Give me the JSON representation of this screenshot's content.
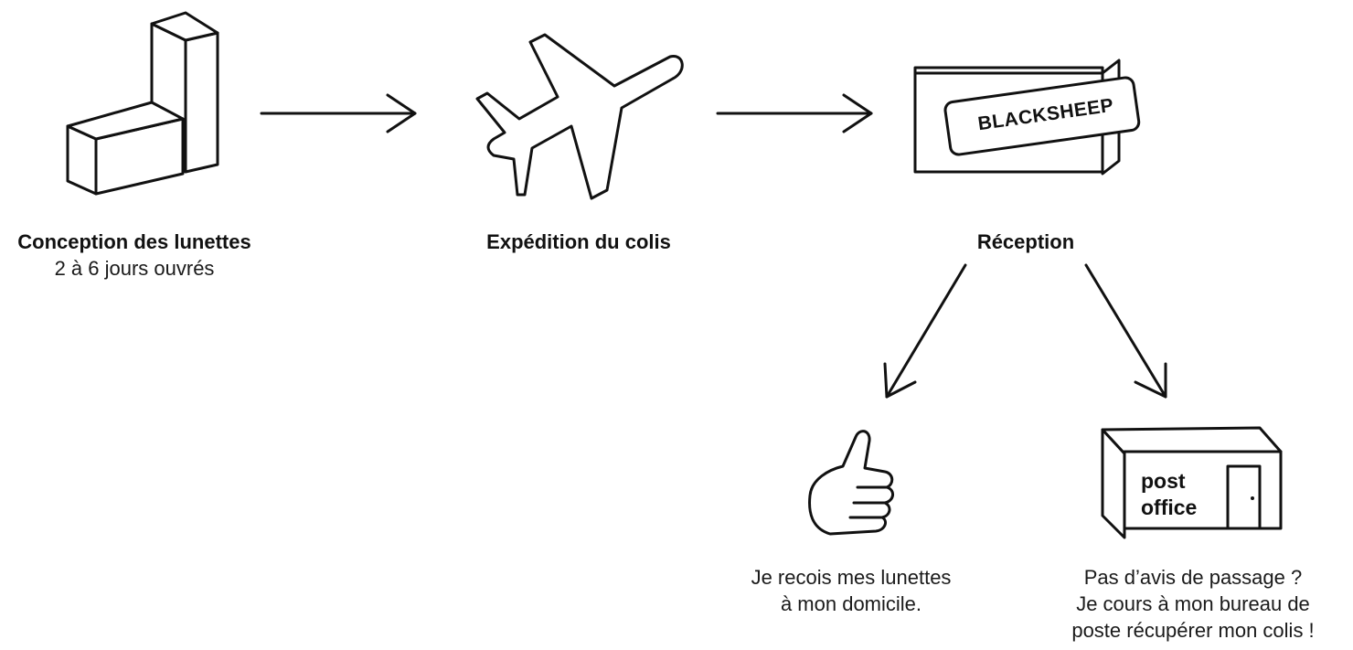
{
  "steps": {
    "conception": {
      "title": "Conception des lunettes",
      "subtitle": "2 à 6 jours ouvrés",
      "icon": "blocks-icon"
    },
    "shipping": {
      "title": "Expédition du colis",
      "icon": "airplane-icon"
    },
    "reception": {
      "title": "Réception",
      "icon": "package-icon",
      "package_brand": "BLACKSHEEP"
    }
  },
  "outcomes": {
    "home": {
      "line1": "Je recois mes lunettes",
      "line2": "à mon domicile.",
      "icon": "thumbs-up-icon"
    },
    "post_office": {
      "sign_line1": "post",
      "sign_line2": "office",
      "line1": "Pas d’avis de passage ?",
      "line2": "Je cours à mon bureau de",
      "line3": "poste récupérer mon colis !",
      "icon": "post-office-icon"
    }
  },
  "colors": {
    "stroke": "#111111",
    "background": "#ffffff"
  }
}
